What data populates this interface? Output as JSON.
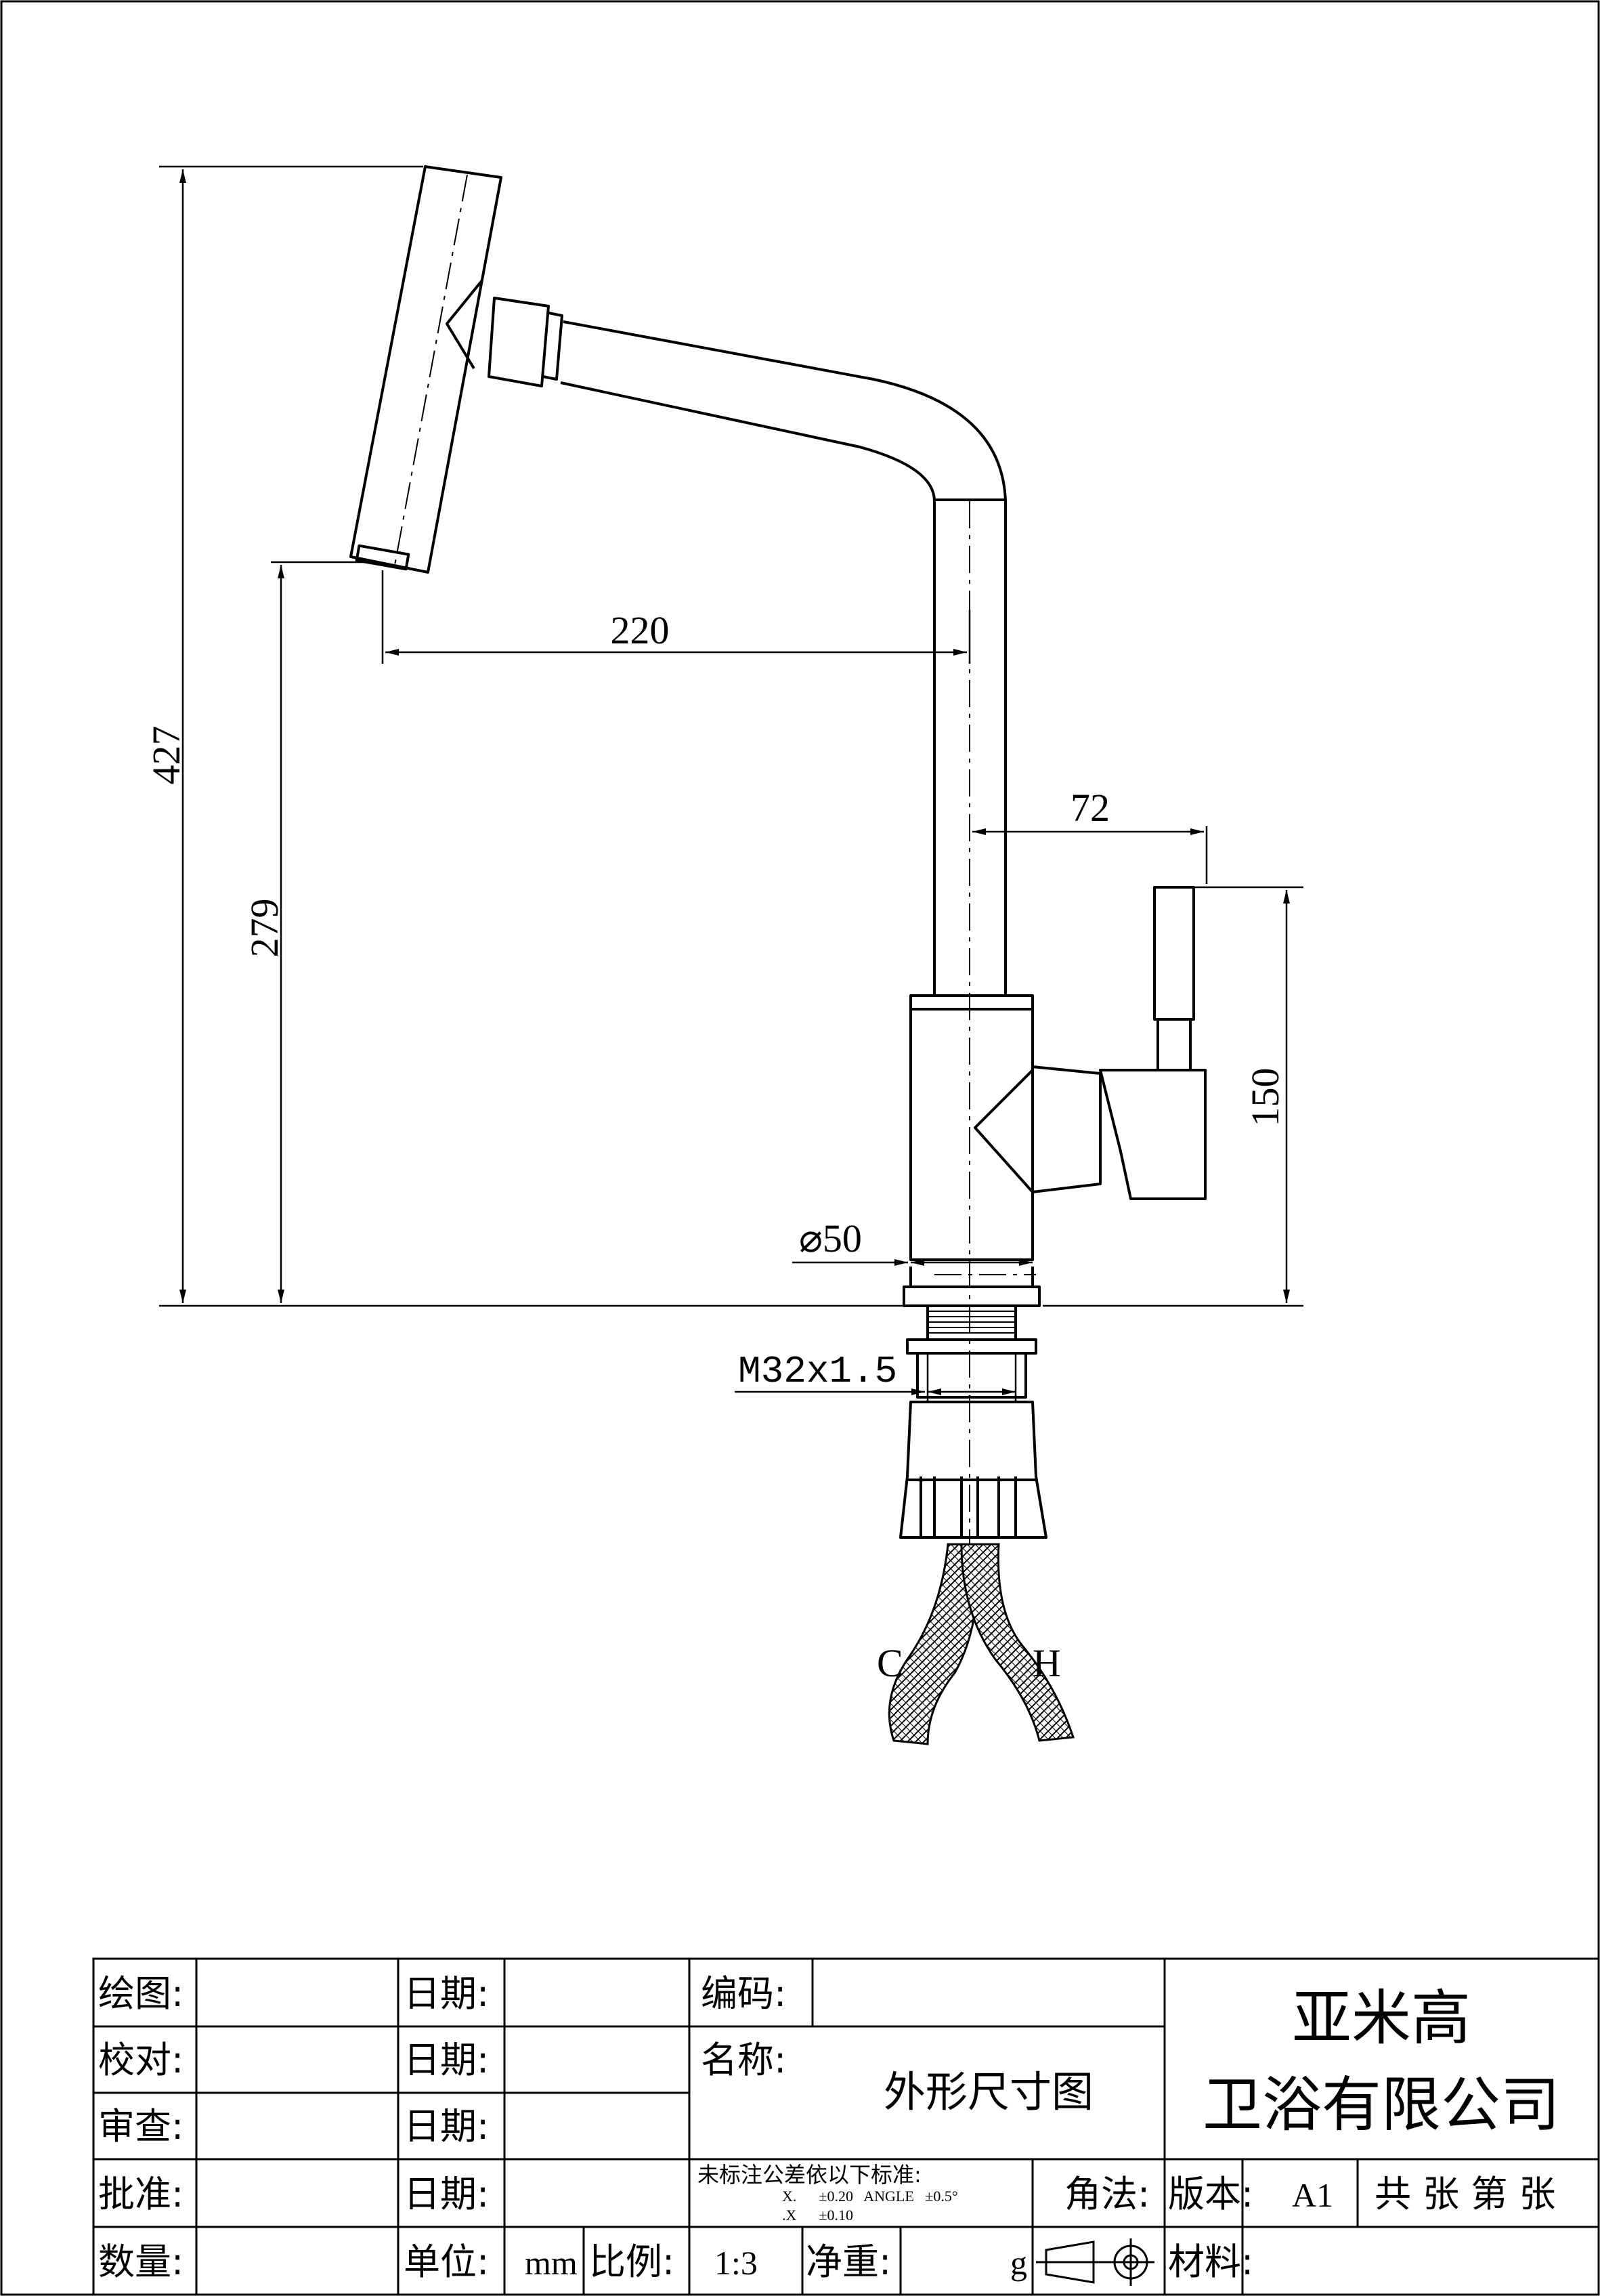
{
  "dimensions": {
    "overall_height": "427",
    "outlet_height": "279",
    "reach": "220",
    "handle_offset": "72",
    "handle_height": "150",
    "base_diameter": "⌀50",
    "thread": "M32x1.5"
  },
  "hoses": {
    "cold": "C",
    "hot": "H"
  },
  "title_block": {
    "drawn_label": "绘图:",
    "checked_label": "校对:",
    "reviewed_label": "审查:",
    "approved_label": "批准:",
    "quantity_label": "数量:",
    "date_label": "日期:",
    "unit_label": "单位:",
    "unit_value": "mm",
    "scale_label": "比例:",
    "scale_value": "1:3",
    "code_label": "编码:",
    "name_label": "名称:",
    "name_value": "外形尺寸图",
    "tolerance_title": "未标注公差依以下标准:",
    "tolerance_line1": "X.      ±0.20   ANGLE   ±0.5°",
    "tolerance_line2": ".X      ±0.10",
    "net_weight_label": "净重:",
    "weight_unit": "g",
    "projection_label": "角法:",
    "version_label": "版本:",
    "version_value": "A1",
    "sheets": "共 张 第 张",
    "material_label": "材料:",
    "company_line1": "亚米高",
    "company_line2": "卫浴有限公司"
  }
}
